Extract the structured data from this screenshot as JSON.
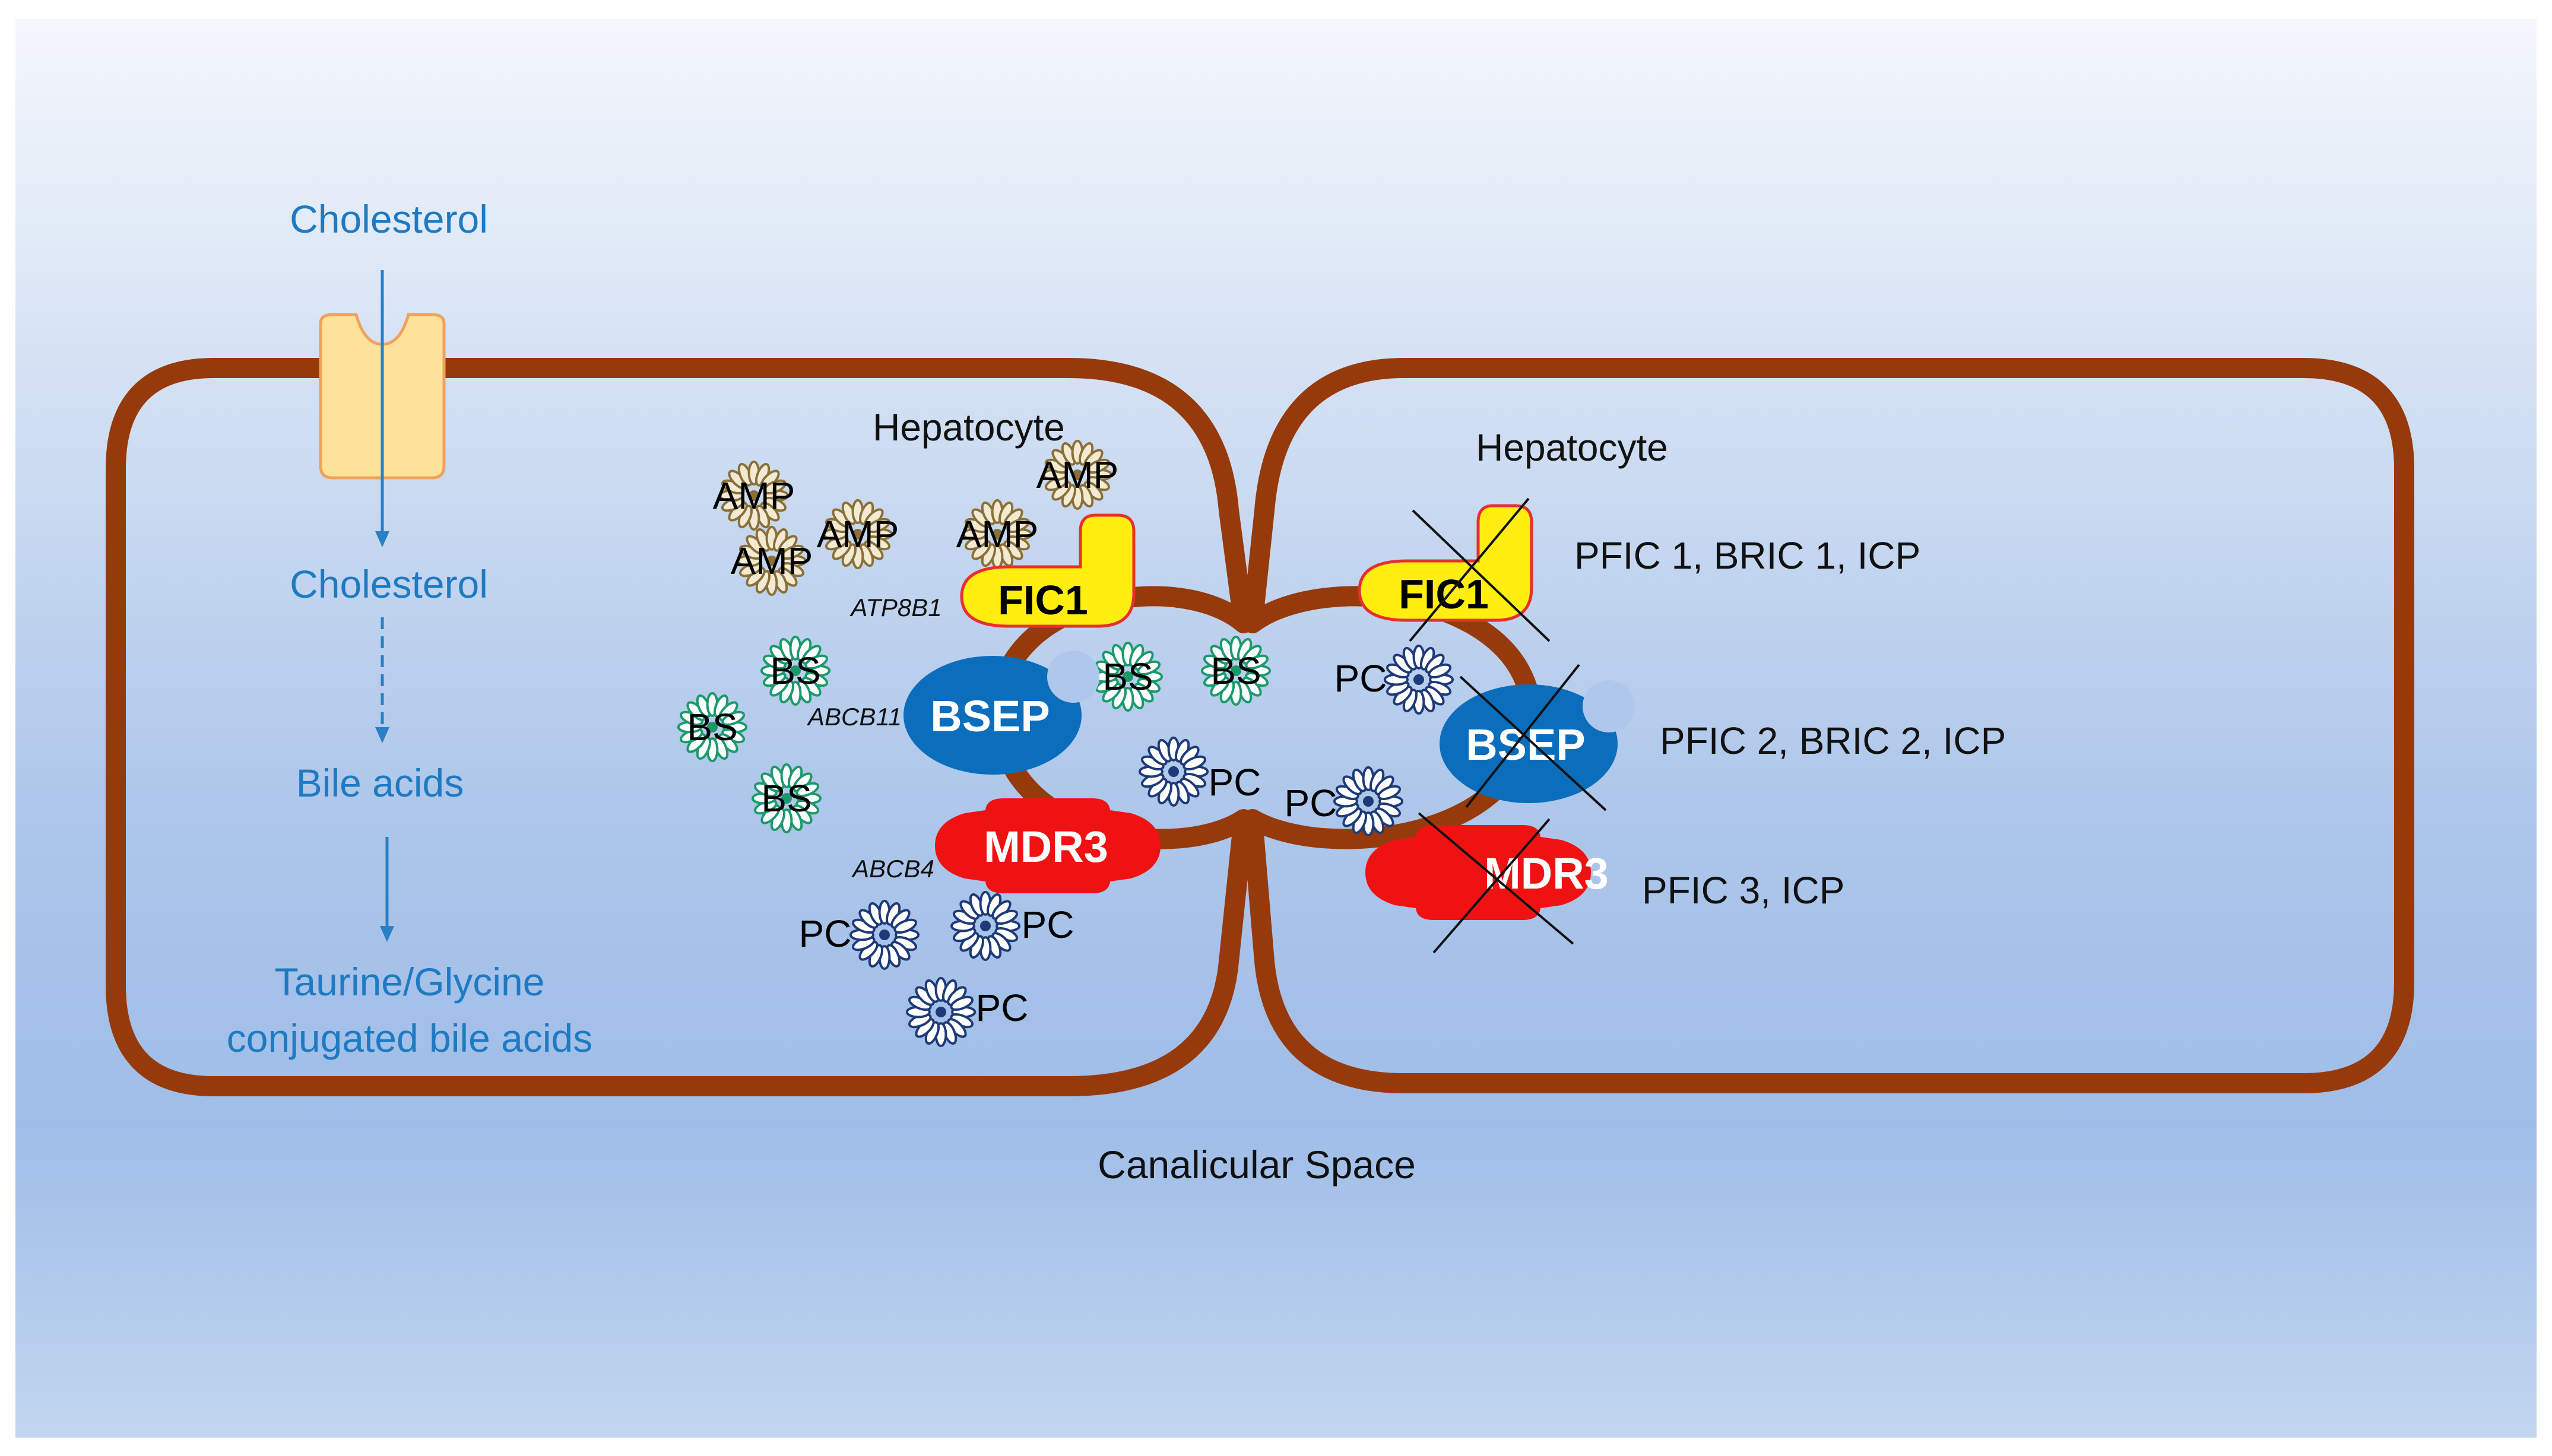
{
  "pathway": {
    "cholesterol_top": "Cholesterol",
    "cholesterol_mid": "Cholesterol",
    "bile_acids": "Bile acids",
    "conjugated_line1": "Taurine/Glycine",
    "conjugated_line2": "conjugated bile acids"
  },
  "left_cell": {
    "title": "Hepatocyte",
    "fic1": "FIC1",
    "bsep": "BSEP",
    "mdr3": "MDR3",
    "gene_fic1": "ATP8B1",
    "gene_bsep": "ABCB11",
    "gene_mdr3": "ABCB4",
    "amp": "AMP",
    "bs": "BS",
    "pc": "PC"
  },
  "right_cell": {
    "title": "Hepatocyte",
    "fic1": "FIC1",
    "bsep": "BSEP",
    "mdr3": "MDR3",
    "pc": "PC"
  },
  "diseases": {
    "fic1": "PFIC 1, BRIC 1, ICP",
    "bsep": "PFIC 2, BRIC 2, ICP",
    "mdr3": "PFIC 3, ICP"
  },
  "canalicular_space": "Canalicular Space",
  "colors": {
    "membrane": "#963a0c",
    "fic1": "#ffee10",
    "bsep": "#0a6ebd",
    "mdr3": "#f01212",
    "transporter": "#ffe29a",
    "pathway_text": "#1f7ac2",
    "bs_micelle": "#1a9a6a",
    "pc_micelle": "#1e3a78",
    "amp_micelle": "#8a7038"
  }
}
